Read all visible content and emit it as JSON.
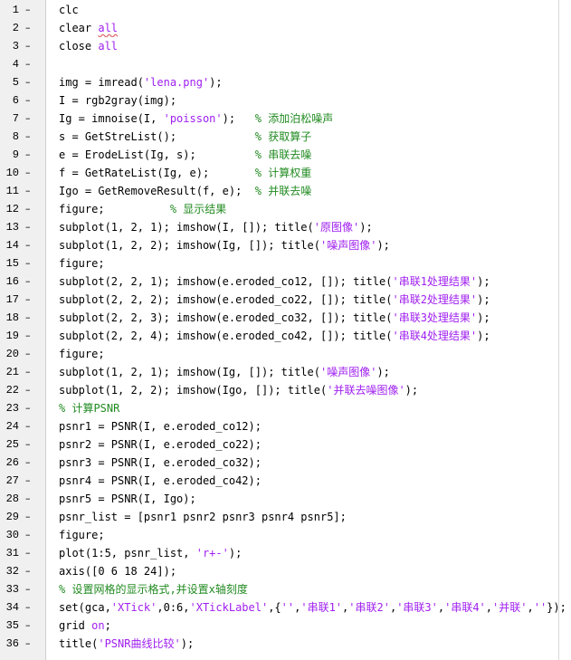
{
  "editor": {
    "colors": {
      "keyword": "#0000ff",
      "string": "#a020f0",
      "comment": "#228b22"
    },
    "dash": "–",
    "lines": [
      {
        "n": "1",
        "parts": [
          {
            "t": "clc"
          }
        ]
      },
      {
        "n": "2",
        "parts": [
          {
            "t": "clear "
          },
          {
            "t": "all",
            "c": "str uw"
          }
        ]
      },
      {
        "n": "3",
        "parts": [
          {
            "t": "close "
          },
          {
            "t": "all",
            "c": "str"
          }
        ]
      },
      {
        "n": "4",
        "parts": [
          {
            "t": ""
          }
        ]
      },
      {
        "n": "5",
        "parts": [
          {
            "t": "img = imread("
          },
          {
            "t": "'lena.png'",
            "c": "str"
          },
          {
            "t": ");"
          }
        ]
      },
      {
        "n": "6",
        "parts": [
          {
            "t": "I = rgb2gray(img);"
          }
        ]
      },
      {
        "n": "7",
        "parts": [
          {
            "t": "Ig = imnoise(I, "
          },
          {
            "t": "'poisson'",
            "c": "str"
          },
          {
            "t": ");   "
          },
          {
            "t": "% 添加泊松噪声",
            "c": "cm"
          }
        ]
      },
      {
        "n": "8",
        "parts": [
          {
            "t": "s = GetStreList();            "
          },
          {
            "t": "% 获取算子",
            "c": "cm"
          }
        ]
      },
      {
        "n": "9",
        "parts": [
          {
            "t": "e = ErodeList(Ig, s);         "
          },
          {
            "t": "% 串联去噪",
            "c": "cm"
          }
        ]
      },
      {
        "n": "10",
        "parts": [
          {
            "t": "f = GetRateList(Ig, e);       "
          },
          {
            "t": "% 计算权重",
            "c": "cm"
          }
        ]
      },
      {
        "n": "11",
        "parts": [
          {
            "t": "Igo = GetRemoveResult(f, e);  "
          },
          {
            "t": "% 并联去噪",
            "c": "cm"
          }
        ]
      },
      {
        "n": "12",
        "parts": [
          {
            "t": "figure;          "
          },
          {
            "t": "% 显示结果",
            "c": "cm"
          }
        ]
      },
      {
        "n": "13",
        "parts": [
          {
            "t": "subplot(1, 2, 1); imshow(I, []); title("
          },
          {
            "t": "'原图像'",
            "c": "str"
          },
          {
            "t": ");"
          }
        ]
      },
      {
        "n": "14",
        "parts": [
          {
            "t": "subplot(1, 2, 2); imshow(Ig, []); title("
          },
          {
            "t": "'噪声图像'",
            "c": "str"
          },
          {
            "t": ");"
          }
        ]
      },
      {
        "n": "15",
        "parts": [
          {
            "t": "figure;"
          }
        ]
      },
      {
        "n": "16",
        "parts": [
          {
            "t": "subplot(2, 2, 1); imshow(e.eroded_co12, []); title("
          },
          {
            "t": "'串联1处理结果'",
            "c": "str"
          },
          {
            "t": ");"
          }
        ]
      },
      {
        "n": "17",
        "parts": [
          {
            "t": "subplot(2, 2, 2); imshow(e.eroded_co22, []); title("
          },
          {
            "t": "'串联2处理结果'",
            "c": "str"
          },
          {
            "t": ");"
          }
        ]
      },
      {
        "n": "18",
        "parts": [
          {
            "t": "subplot(2, 2, 3); imshow(e.eroded_co32, []); title("
          },
          {
            "t": "'串联3处理结果'",
            "c": "str"
          },
          {
            "t": ");"
          }
        ]
      },
      {
        "n": "19",
        "parts": [
          {
            "t": "subplot(2, 2, 4); imshow(e.eroded_co42, []); title("
          },
          {
            "t": "'串联4处理结果'",
            "c": "str"
          },
          {
            "t": ");"
          }
        ]
      },
      {
        "n": "20",
        "parts": [
          {
            "t": "figure;"
          }
        ]
      },
      {
        "n": "21",
        "parts": [
          {
            "t": "subplot(1, 2, 1); imshow(Ig, []); title("
          },
          {
            "t": "'噪声图像'",
            "c": "str"
          },
          {
            "t": ");"
          }
        ]
      },
      {
        "n": "22",
        "parts": [
          {
            "t": "subplot(1, 2, 2); imshow(Igo, []); title("
          },
          {
            "t": "'并联去噪图像'",
            "c": "str"
          },
          {
            "t": ");"
          }
        ]
      },
      {
        "n": "23",
        "parts": [
          {
            "t": "% 计算PSNR",
            "c": "cm"
          }
        ]
      },
      {
        "n": "24",
        "parts": [
          {
            "t": "psnr1 = PSNR(I, e.eroded_co12);"
          }
        ]
      },
      {
        "n": "25",
        "parts": [
          {
            "t": "psnr2 = PSNR(I, e.eroded_co22);"
          }
        ]
      },
      {
        "n": "26",
        "parts": [
          {
            "t": "psnr3 = PSNR(I, e.eroded_co32);"
          }
        ]
      },
      {
        "n": "27",
        "parts": [
          {
            "t": "psnr4 = PSNR(I, e.eroded_co42);"
          }
        ]
      },
      {
        "n": "28",
        "parts": [
          {
            "t": "psnr5 = PSNR(I, Igo);"
          }
        ]
      },
      {
        "n": "29",
        "parts": [
          {
            "t": "psnr_list = [psnr1 psnr2 psnr3 psnr4 psnr5];"
          }
        ]
      },
      {
        "n": "30",
        "parts": [
          {
            "t": "figure;"
          }
        ]
      },
      {
        "n": "31",
        "parts": [
          {
            "t": "plot(1:5, psnr_list, "
          },
          {
            "t": "'r+-'",
            "c": "str"
          },
          {
            "t": ");"
          }
        ]
      },
      {
        "n": "32",
        "parts": [
          {
            "t": "axis([0 6 18 24]);"
          }
        ]
      },
      {
        "n": "33",
        "parts": [
          {
            "t": "% 设置网格的显示格式,并设置x轴刻度",
            "c": "cm"
          }
        ]
      },
      {
        "n": "34",
        "parts": [
          {
            "t": "set(gca,"
          },
          {
            "t": "'XTick'",
            "c": "str"
          },
          {
            "t": ",0:6,"
          },
          {
            "t": "'XTickLabel'",
            "c": "str"
          },
          {
            "t": ",{"
          },
          {
            "t": "''",
            "c": "str"
          },
          {
            "t": ","
          },
          {
            "t": "'串联1'",
            "c": "str"
          },
          {
            "t": ","
          },
          {
            "t": "'串联2'",
            "c": "str"
          },
          {
            "t": ","
          },
          {
            "t": "'串联3'",
            "c": "str"
          },
          {
            "t": ","
          },
          {
            "t": "'串联4'",
            "c": "str"
          },
          {
            "t": ","
          },
          {
            "t": "'并联'",
            "c": "str"
          },
          {
            "t": ","
          },
          {
            "t": "''",
            "c": "str"
          },
          {
            "t": "});"
          }
        ]
      },
      {
        "n": "35",
        "parts": [
          {
            "t": "grid "
          },
          {
            "t": "on",
            "c": "str"
          },
          {
            "t": ";"
          }
        ]
      },
      {
        "n": "36",
        "parts": [
          {
            "t": "title("
          },
          {
            "t": "'PSNR曲线比较'",
            "c": "str"
          },
          {
            "t": ");"
          }
        ]
      }
    ]
  }
}
